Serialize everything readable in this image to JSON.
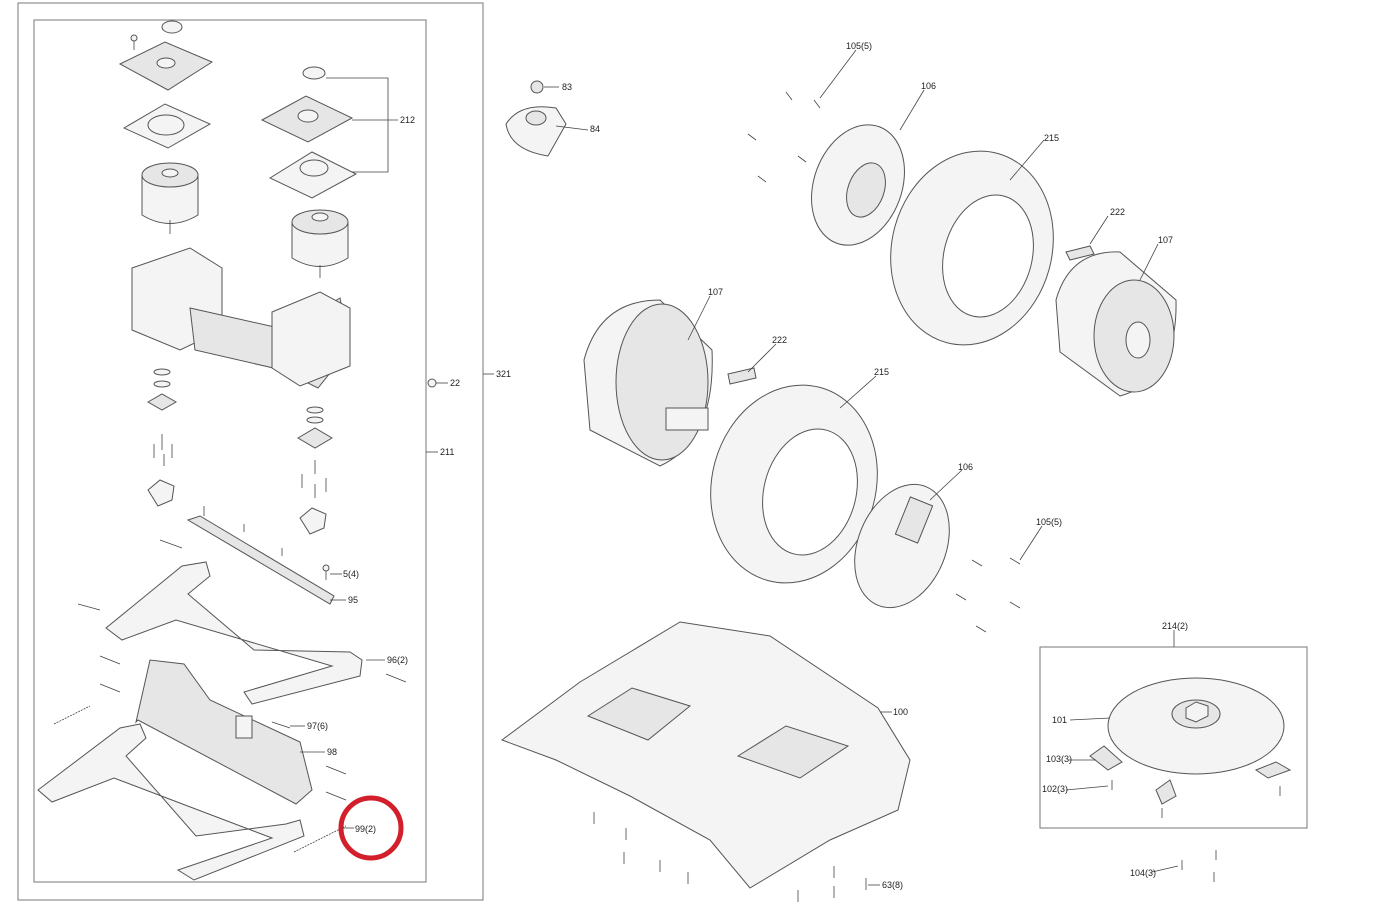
{
  "callouts": {
    "c105a": "105(5)",
    "c106a": "106",
    "c215a": "215",
    "c222a": "222",
    "c107a": "107",
    "c83": "83",
    "c84": "84",
    "c212": "212",
    "c22": "22",
    "c321": "321",
    "c211": "211",
    "c107b": "107",
    "c222b": "222",
    "c215b": "215",
    "c106b": "106",
    "c105b": "105(5)",
    "c5": "5(4)",
    "c95": "95",
    "c96": "96(2)",
    "c97": "97(6)",
    "c98": "98",
    "c99": "99(2)",
    "c100": "100",
    "c214": "214(2)",
    "c101": "101",
    "c103": "103(3)",
    "c102": "102(3)",
    "c104": "104(3)",
    "c63": "63(8)"
  },
  "colors": {
    "highlight": "#d21f2b",
    "line": "#444444",
    "fill": "#f4f4f4"
  },
  "highlighted_part": "99(2)"
}
